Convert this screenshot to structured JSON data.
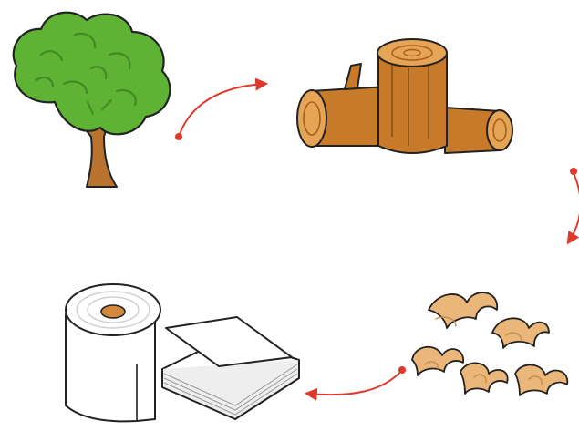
{
  "diagram": {
    "type": "process-cycle",
    "stages": [
      {
        "id": "tree",
        "icon": "tree-icon"
      },
      {
        "id": "logs",
        "icon": "logs-icon"
      },
      {
        "id": "wood-shavings",
        "icon": "wood-shavings-icon"
      },
      {
        "id": "paper-products",
        "icon": "toilet-paper-and-napkins-icon"
      }
    ],
    "connections": [
      {
        "from": "tree",
        "to": "logs"
      },
      {
        "from": "logs",
        "to": "wood-shavings"
      },
      {
        "from": "wood-shavings",
        "to": "paper-products"
      }
    ],
    "colors": {
      "arrow": "#e0392b",
      "foliage": "#5fb334",
      "foliage_dark": "#3f8a22",
      "trunk": "#b9732f",
      "wood": "#c77a2a",
      "wood_light": "#e6a456",
      "shavings": "#eab67a",
      "paper": "#ffffff",
      "outline": "#222222"
    }
  }
}
